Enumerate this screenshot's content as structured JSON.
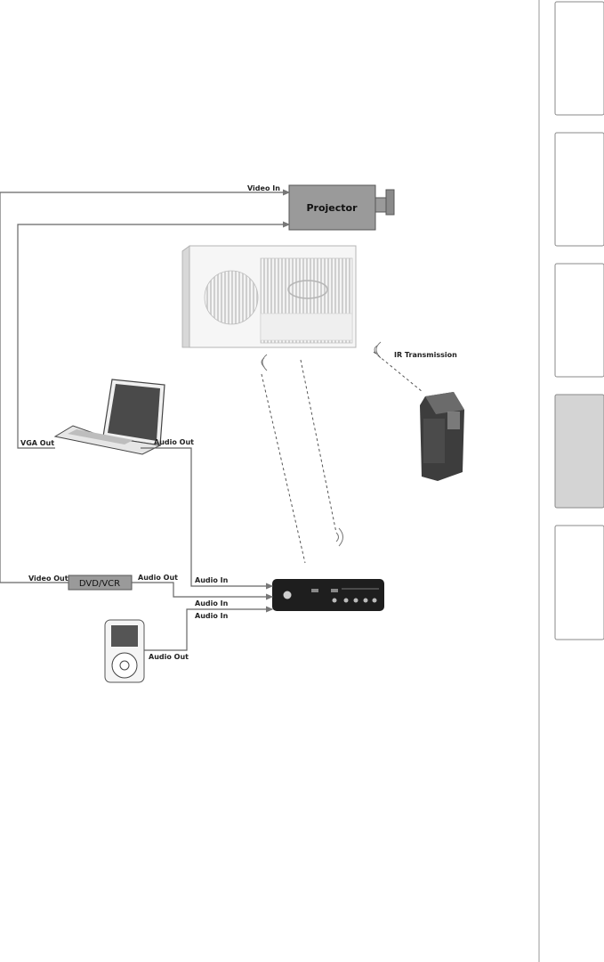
{
  "labels": {
    "projector": "Projector",
    "video_in": "Video In",
    "ir_transmission": "IR Transmission",
    "vga_out": "VGA Out",
    "laptop_audio_out": "Audio Out",
    "dvd_vcr": "DVD/VCR",
    "dvd_video_out": "Video Out",
    "dvd_audio_out": "Audio Out",
    "audio_in_1": "Audio In",
    "audio_in_2": "Audio In",
    "audio_in_3": "Audio In",
    "ipod_audio_out": "Audio Out"
  },
  "side_tabs": [
    {
      "name": "tab-1",
      "active": false
    },
    {
      "name": "tab-2",
      "active": false
    },
    {
      "name": "tab-3",
      "active": false
    },
    {
      "name": "tab-4",
      "active": true
    },
    {
      "name": "tab-5",
      "active": false
    }
  ],
  "colors": {
    "wire": "#666666",
    "device_fill": "#9a9a9a",
    "active_tab": "#d4d4d4"
  }
}
